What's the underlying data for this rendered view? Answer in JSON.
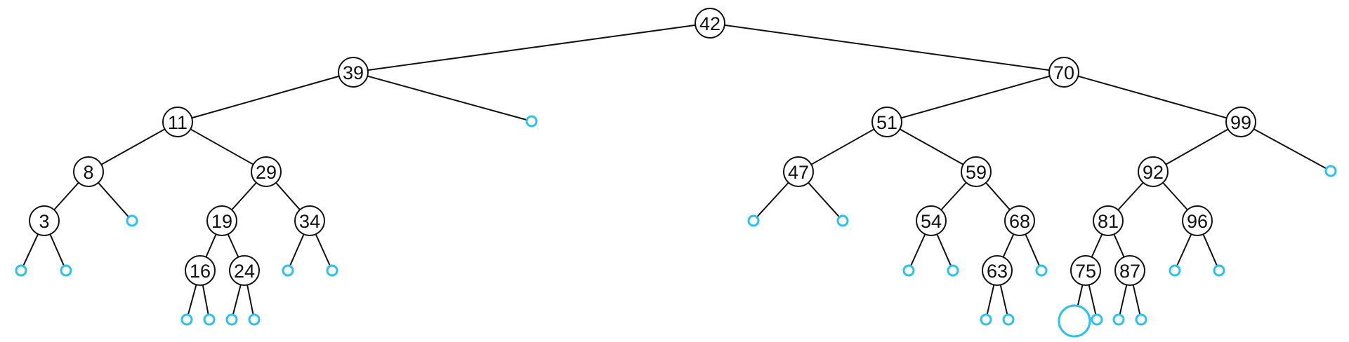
{
  "tree": {
    "colors": {
      "node_stroke": "#111111",
      "node_fill": "#ffffff",
      "leaf_stroke": "#29c2f0"
    },
    "nodes": [
      {
        "id": "n42",
        "key": "42"
      },
      {
        "id": "n39",
        "key": "39",
        "parent": "n42"
      },
      {
        "id": "n70",
        "key": "70",
        "parent": "n42"
      },
      {
        "id": "n11",
        "key": "11",
        "parent": "n39"
      },
      {
        "id": "l39r",
        "leaf": true,
        "parent": "n39"
      },
      {
        "id": "n51",
        "key": "51",
        "parent": "n70"
      },
      {
        "id": "n99",
        "key": "99",
        "parent": "n70"
      },
      {
        "id": "n8",
        "key": "8",
        "parent": "n11"
      },
      {
        "id": "n29",
        "key": "29",
        "parent": "n11"
      },
      {
        "id": "n47",
        "key": "47",
        "parent": "n51"
      },
      {
        "id": "n59",
        "key": "59",
        "parent": "n51"
      },
      {
        "id": "n92",
        "key": "92",
        "parent": "n99"
      },
      {
        "id": "l99r",
        "leaf": true,
        "parent": "n99"
      },
      {
        "id": "n3",
        "key": "3",
        "parent": "n8"
      },
      {
        "id": "l8r",
        "leaf": true,
        "parent": "n8"
      },
      {
        "id": "n19",
        "key": "19",
        "parent": "n29"
      },
      {
        "id": "n34",
        "key": "34",
        "parent": "n29"
      },
      {
        "id": "l47l",
        "leaf": true,
        "parent": "n47"
      },
      {
        "id": "l47r",
        "leaf": true,
        "parent": "n47"
      },
      {
        "id": "n54",
        "key": "54",
        "parent": "n59"
      },
      {
        "id": "n68",
        "key": "68",
        "parent": "n59"
      },
      {
        "id": "n81",
        "key": "81",
        "parent": "n92"
      },
      {
        "id": "n96",
        "key": "96",
        "parent": "n92"
      },
      {
        "id": "l3l",
        "leaf": true,
        "parent": "n3"
      },
      {
        "id": "l3r",
        "leaf": true,
        "parent": "n3"
      },
      {
        "id": "n16",
        "key": "16",
        "parent": "n19"
      },
      {
        "id": "n24",
        "key": "24",
        "parent": "n19"
      },
      {
        "id": "l34l",
        "leaf": true,
        "parent": "n34"
      },
      {
        "id": "l34r",
        "leaf": true,
        "parent": "n34"
      },
      {
        "id": "l54l",
        "leaf": true,
        "parent": "n54"
      },
      {
        "id": "l54r",
        "leaf": true,
        "parent": "n54"
      },
      {
        "id": "n63",
        "key": "63",
        "parent": "n68"
      },
      {
        "id": "l68r",
        "leaf": true,
        "parent": "n68"
      },
      {
        "id": "n75",
        "key": "75",
        "parent": "n81"
      },
      {
        "id": "n87",
        "key": "87",
        "parent": "n81"
      },
      {
        "id": "l96l",
        "leaf": true,
        "parent": "n96"
      },
      {
        "id": "l96r",
        "leaf": true,
        "parent": "n96"
      },
      {
        "id": "l16l",
        "leaf": true,
        "parent": "n16"
      },
      {
        "id": "l16r",
        "leaf": true,
        "parent": "n16"
      },
      {
        "id": "l24l",
        "leaf": true,
        "parent": "n24"
      },
      {
        "id": "l24r",
        "leaf": true,
        "parent": "n24"
      },
      {
        "id": "l63l",
        "leaf": true,
        "parent": "n63"
      },
      {
        "id": "l63r",
        "leaf": true,
        "parent": "n63"
      },
      {
        "id": "l75l",
        "leaf": true,
        "highlighted": true,
        "parent": "n75"
      },
      {
        "id": "l75r",
        "leaf": true,
        "parent": "n75"
      },
      {
        "id": "l87l",
        "leaf": true,
        "parent": "n87"
      },
      {
        "id": "l87r",
        "leaf": true,
        "parent": "n87"
      }
    ]
  }
}
